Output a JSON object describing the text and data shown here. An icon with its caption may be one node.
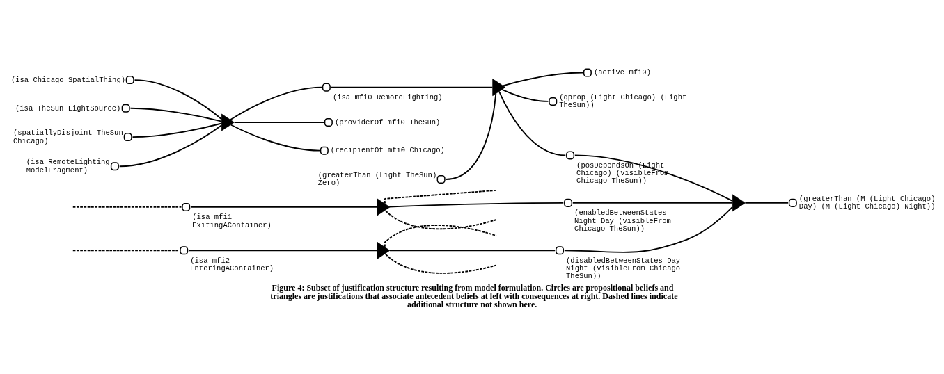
{
  "diagram": {
    "caption": "Figure 4: Subset of justification structure resulting from model formulation. Circles are propositional beliefs and triangles are justifications that associate antecedent beliefs at left with consequences at right. Dashed lines indicate additional structure not shown here.",
    "nodes": [
      {
        "text": [],
        "shape": "circle",
        "beside": [
          "(isa Chicago SpatialThing)"
        ]
      },
      {
        "text": [],
        "shape": "circle",
        "beside": [
          "(isa TheSun LightSource)"
        ]
      },
      {
        "text": [],
        "shape": "circle",
        "beside": [
          "(spatiallyDisjoint TheSun Chicago)"
        ]
      },
      {
        "text": [],
        "shape": "circle",
        "beside": [
          "(isa RemoteLighting ModelFragment)"
        ]
      },
      {
        "text": [],
        "shape": "triangle"
      },
      {
        "text": [],
        "shape": "circle",
        "beside": [
          "(isa mfi0 RemoteLighting)"
        ]
      },
      {
        "text": [],
        "shape": "circle",
        "beside": [
          "(providerOf mfi0 TheSun)"
        ]
      },
      {
        "text": [],
        "shape": "circle",
        "beside": [
          "(recipientOf mfi0 Chicago)"
        ]
      },
      {
        "text": [],
        "shape": "circle",
        "beside": [
          "(greaterThan (Light TheSun) Zero)"
        ]
      },
      {
        "text": [],
        "shape": "triangle"
      },
      {
        "text": [],
        "shape": "circle",
        "beside": [
          "(active mfi0)"
        ]
      },
      {
        "text": [],
        "shape": "circle",
        "beside": [
          "(qprop (Light Chicago) (Light TheSun))"
        ]
      },
      {
        "text": [],
        "shape": "circle",
        "beside": [
          "(posDependsOn (Light Chicago) (visibleFrom Chicago TheSun))"
        ]
      },
      {
        "text": [],
        "shape": "circle",
        "beside": [
          "(isa mfi1 ExitingAContainer)"
        ]
      },
      {
        "text": [],
        "shape": "triangle"
      },
      {
        "text": [],
        "shape": "circle",
        "beside": [
          "(enabledBetweenStates Night Day (visibleFrom Chicago TheSun))"
        ]
      },
      {
        "text": [],
        "shape": "circle",
        "beside": [
          "(isa mfi2 EnteringAContainer)"
        ]
      },
      {
        "text": [],
        "shape": "triangle"
      },
      {
        "text": [],
        "shape": "circle",
        "beside": [
          "(disabledBetweenStates Day Night (visibleFrom Chicago TheSun))"
        ]
      },
      {
        "text": [],
        "shape": "triangle"
      },
      {
        "text": [],
        "shape": "circle",
        "beside": [
          "(greaterThan (M (Light Chicago) Day) (M (Light Chicago) Night))"
        ]
      }
    ],
    "edges": [
      {
        "from": 0,
        "to": 4,
        "arrow": "none"
      },
      {
        "from": 1,
        "to": 4,
        "arrow": "none"
      },
      {
        "from": 2,
        "to": 4,
        "arrow": "none"
      },
      {
        "from": 3,
        "to": 4,
        "arrow": "none"
      },
      {
        "from": 4,
        "to": 5,
        "arrow": "none"
      },
      {
        "from": 4,
        "to": 6,
        "arrow": "none"
      },
      {
        "from": 4,
        "to": 7,
        "arrow": "none"
      },
      {
        "from": 8,
        "to": 9,
        "arrow": "none"
      },
      {
        "from": 5,
        "to": 9,
        "arrow": "none"
      },
      {
        "from": 9,
        "to": 10,
        "arrow": "none"
      },
      {
        "from": 9,
        "to": 11,
        "arrow": "none"
      },
      {
        "from": 9,
        "to": 12,
        "arrow": "none"
      },
      {
        "from": 12,
        "to": 19,
        "arrow": "none"
      },
      {
        "from": 15,
        "to": 19,
        "arrow": "none"
      },
      {
        "from": 18,
        "to": 19,
        "arrow": "none"
      },
      {
        "from": 19,
        "to": 20,
        "arrow": "none"
      },
      {
        "from": null,
        "to": 13,
        "arrow": "none",
        "style": "dashed"
      },
      {
        "from": 13,
        "to": 14,
        "arrow": "none"
      },
      {
        "from": 14,
        "to": 15,
        "arrow": "none"
      },
      {
        "from": 14,
        "to": null,
        "arrow": "none",
        "style": "dashed"
      },
      {
        "from": 14,
        "to": null,
        "arrow": "none",
        "style": "dashed"
      },
      {
        "from": null,
        "to": 16,
        "arrow": "none",
        "style": "dashed"
      },
      {
        "from": 16,
        "to": 17,
        "arrow": "none"
      },
      {
        "from": 17,
        "to": 18,
        "arrow": "none"
      },
      {
        "from": 17,
        "to": null,
        "arrow": "none",
        "style": "dashed"
      },
      {
        "from": 17,
        "to": null,
        "arrow": "none",
        "style": "dashed"
      }
    ]
  }
}
